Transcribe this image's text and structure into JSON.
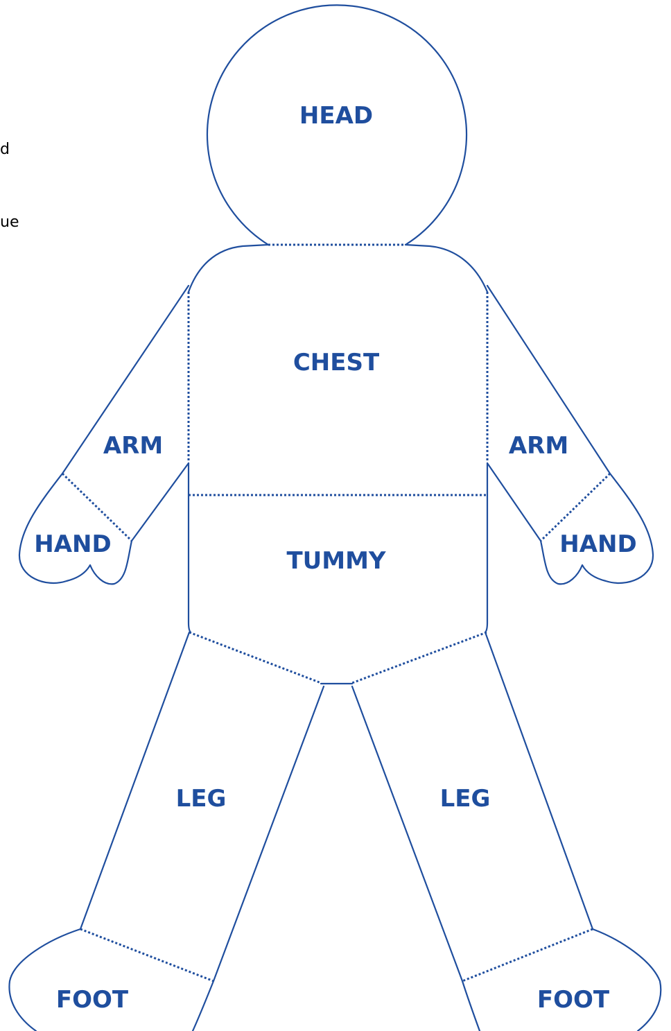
{
  "side_text": [
    "d",
    "ue"
  ],
  "labels": {
    "head": "HEAD",
    "chest": "CHEST",
    "tummy": "TUMMY",
    "arm_left": "ARM",
    "arm_right": "ARM",
    "hand_left": "HAND",
    "hand_right": "HAND",
    "leg_left": "LEG",
    "leg_right": "LEG",
    "foot_left": "FOOT",
    "foot_right": "FOOT"
  },
  "colors": {
    "outline": "#1f4e9e",
    "text": "#1f4e9e"
  }
}
